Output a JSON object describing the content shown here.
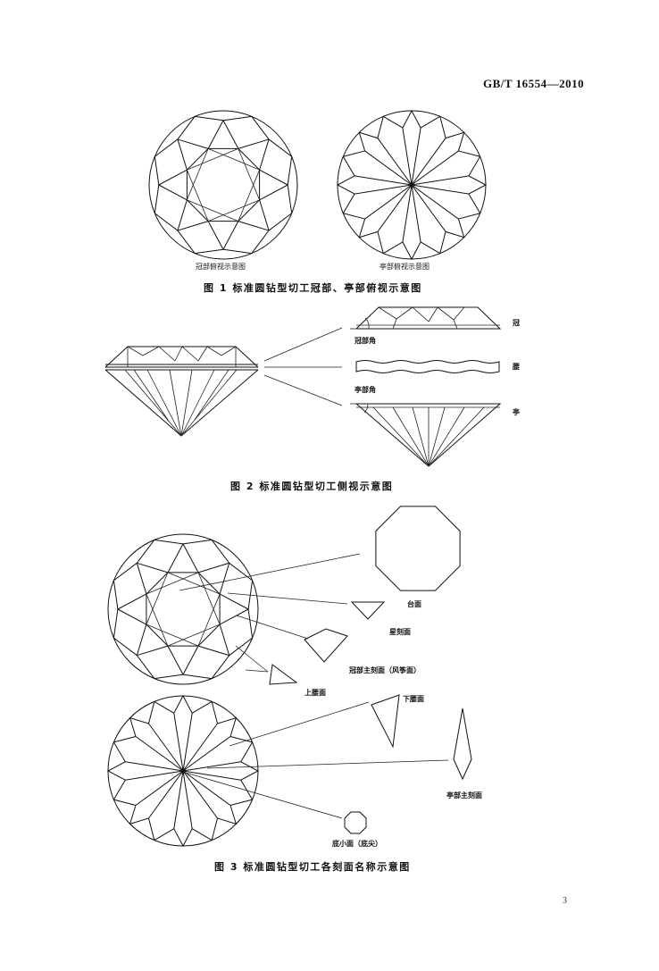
{
  "header": {
    "standard_no": "GB/T 16554—2010"
  },
  "figure1": {
    "left_caption": "冠部俯视示意图",
    "right_caption": "亭部俯视示意图",
    "title": "图 1 标准圆钻型切工冠部、亭部俯视示意图"
  },
  "figure2": {
    "crown_angle_label": "冠部角",
    "pavilion_angle_label": "亭部角",
    "crown_label": "冠",
    "girdle_label": "腰",
    "pavilion_label": "亭",
    "title": "图 2 标准圆钻型切工侧视示意图"
  },
  "figure3": {
    "table_facet": "台面",
    "star_facet": "星刻面",
    "bezel_facet": "冠部主刻面（风筝面）",
    "upper_girdle_facet": "上腰面",
    "lower_girdle_facet": "下腰面",
    "pavilion_main_facet": "亭部主刻面",
    "culet": "底小面（底尖）",
    "title": "图 3 标准圆钻型切工各刻面名称示意图"
  },
  "footer": {
    "page_number": "3"
  }
}
